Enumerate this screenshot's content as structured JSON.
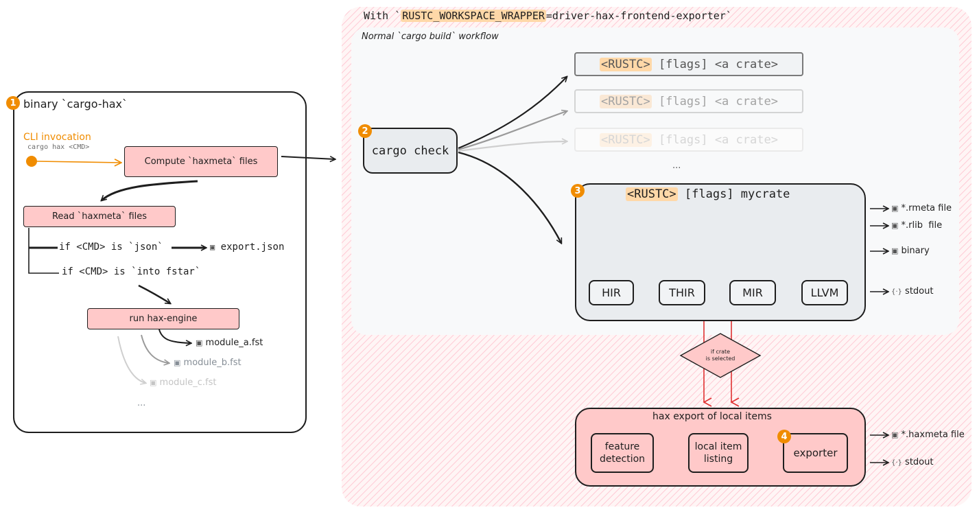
{
  "colors": {
    "pink_fill": "#ffc9c9",
    "grey_fill": "#e9ecef",
    "orange": "#f08c00",
    "highlight": "#ffd8a8",
    "red": "#e03131",
    "stroke": "#1e1e1e"
  },
  "wrapper": {
    "title_prefix": "With `",
    "title_var": "RUSTC_WORKSPACE_WRAPPER",
    "title_suffix": "=driver-hax-frontend-exporter`",
    "normal_label": "Normal `cargo build` workflow"
  },
  "cargo_hax": {
    "badge": "1",
    "title": "binary `cargo-hax`",
    "cli_label": "CLI invocation",
    "cli_cmd": "cargo hax <CMD>",
    "compute": "Compute `haxmeta` files",
    "read": "Read `haxmeta` files",
    "if_json": "if <CMD> is `json`",
    "export_json": "export.json",
    "if_fstar": "if <CMD> is `into fstar`",
    "engine": "run hax-engine",
    "module_a": "module_a.fst",
    "module_b": "module_b.fst",
    "module_c": "module_c.fst",
    "ellipsis": "..."
  },
  "cargo_check": {
    "badge": "2",
    "label": "cargo check"
  },
  "rustc_calls": [
    {
      "rustc": "<RUSTC>",
      "rest": " [flags] <a crate>"
    },
    {
      "rustc": "<RUSTC>",
      "rest": " [flags] <a crate>"
    },
    {
      "rustc": "<RUSTC>",
      "rest": " [flags] <a crate>"
    }
  ],
  "rustc_ellipsis": "...",
  "mycrate": {
    "badge": "3",
    "rustc": "<RUSTC>",
    "rest": " [flags] mycrate",
    "stages": [
      "HIR",
      "THIR",
      "MIR",
      "LLVM"
    ],
    "outputs": [
      "*.rmeta file",
      "*.rlib  file",
      "binary",
      "stdout"
    ]
  },
  "condition": {
    "line1": "if crate",
    "line2": "is selected"
  },
  "export": {
    "badge": "4",
    "title": "hax export of local items",
    "feature_l1": "feature",
    "feature_l2": "detection",
    "listing_l1": "local item",
    "listing_l2": "listing",
    "exporter": "exporter",
    "outputs": [
      "*.haxmeta file",
      "stdout"
    ]
  },
  "icons": {
    "file": "floppy-disk-icon",
    "stdout": "braces-icon"
  }
}
